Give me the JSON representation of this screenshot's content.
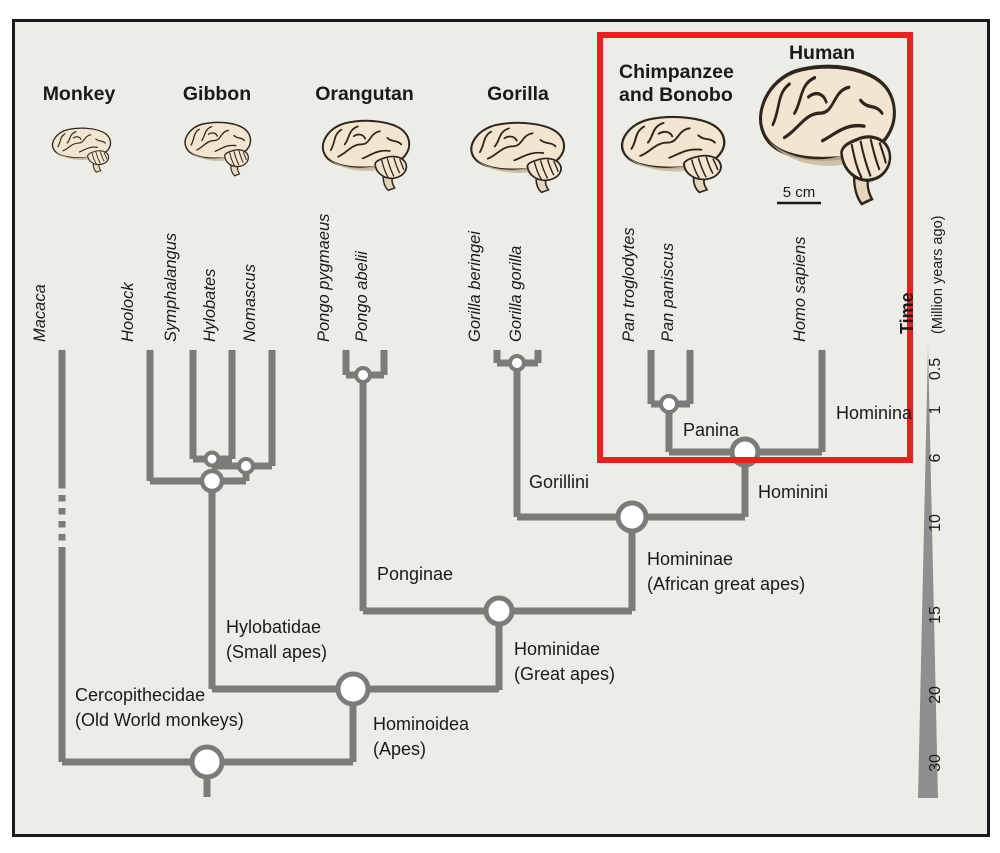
{
  "headings": {
    "monkey": "Monkey",
    "gibbon": "Gibbon",
    "orangutan": "Orangutan",
    "gorilla": "Gorilla",
    "chimp_line1": "Chimpanzee",
    "chimp_line2": "and Bonobo",
    "human": "Human"
  },
  "species": {
    "macaca": "Macaca",
    "hoolock": "Hoolock",
    "symphalangus": "Symphalangus",
    "hylobates": "Hylobates",
    "nomascus": "Nomascus",
    "pongo_pygmaeus": "Pongo pygmaeus",
    "pongo_abelii": "Pongo abelii",
    "gorilla_beringei": "Gorilla beringei",
    "gorilla_gorilla": "Gorilla gorilla",
    "pan_troglodytes": "Pan troglodytes",
    "pan_paniscus": "Pan paniscus",
    "homo_sapiens": "Homo sapiens"
  },
  "clades": {
    "panina": "Panina",
    "hominina": "Hominina",
    "gorillini": "Gorillini",
    "hominini": "Hominini",
    "homininae": "Homininae",
    "homininae_sub": "(African great apes)",
    "ponginae": "Ponginae",
    "hominidae": "Hominidae",
    "hominidae_sub": "(Great apes)",
    "hylobatidae": "Hylobatidae",
    "hylobatidae_sub": "(Small apes)",
    "cercopithecidae": "Cercopithecidae",
    "cercopithecidae_sub": "(Old World monkeys)",
    "hominoidea": "Hominoidea",
    "hominoidea_sub": "(Apes)"
  },
  "scale_bar": {
    "label": "5 cm"
  },
  "time_axis": {
    "title": "Time",
    "unit": "(Million years ago)",
    "ticks": [
      "0.5",
      "1",
      "6",
      "10",
      "15",
      "20",
      "30"
    ]
  },
  "colors": {
    "background": "#EDEDE8",
    "frame": "#1A1A1A",
    "branch": "#7B7B79",
    "node_fill": "#FFFFFF",
    "highlight_box": "#E7211D",
    "time_wedge": "#8F8F8F",
    "brain_fill": "#F2E6D1",
    "brain_shadow": "#C7BA9D",
    "brain_outline": "#2E261C"
  }
}
